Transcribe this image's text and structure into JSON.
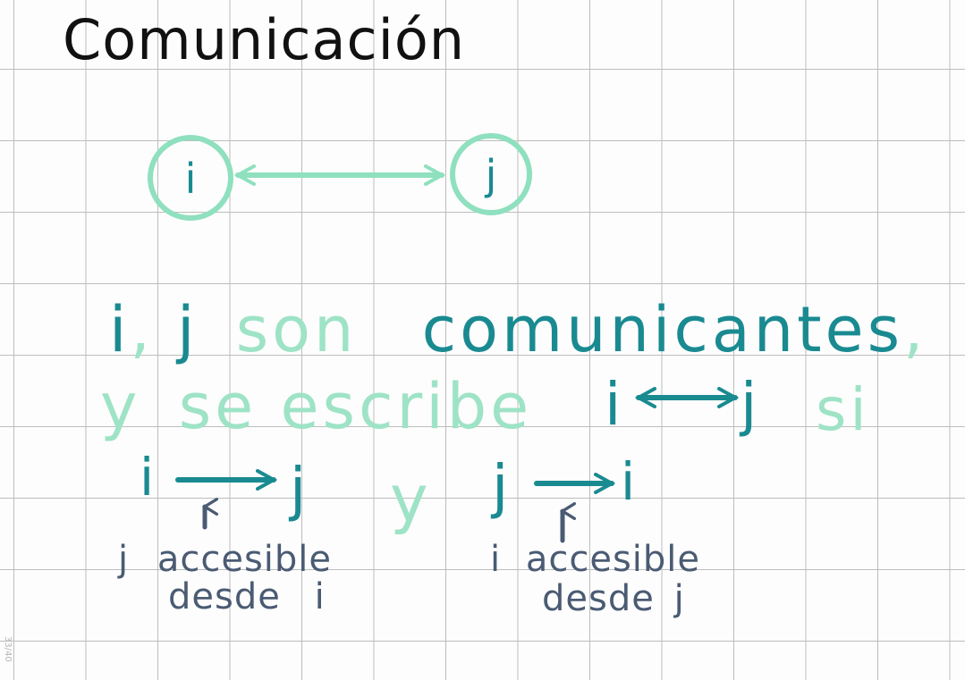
{
  "title": "Comunicación",
  "colors": {
    "title": "#111111",
    "node": "#8fe0be",
    "teal": "#1a8a91",
    "mint": "#9ee3c6",
    "slate": "#4a5b73"
  },
  "diagram": {
    "nodes": [
      {
        "label": "i",
        "shape": "circle"
      },
      {
        "label": "j",
        "shape": "circle"
      }
    ],
    "edge": "bidirectional-arrow"
  },
  "statement": {
    "line1": {
      "vars": "i",
      "comma1": ",",
      "j": "j",
      "son": "son",
      "comunicantes": "comunicantes",
      "comma2": ","
    },
    "line2": {
      "y": "y",
      "se_escribe": "se escribe",
      "i": "i",
      "j": "j",
      "si": "si"
    }
  },
  "condition": {
    "left": {
      "from": "i",
      "to": "j"
    },
    "and": "y",
    "right": {
      "from": "j",
      "to": "i"
    }
  },
  "notes": {
    "left_line1_var": "j",
    "left_line1_word": "accesible",
    "left_line2_word": "desde",
    "left_line2_var": "i",
    "right_line1_var": "i",
    "right_line1_word": "accesible",
    "right_line2_word": "desde",
    "right_line2_var": "j"
  },
  "page_number": "33/40"
}
